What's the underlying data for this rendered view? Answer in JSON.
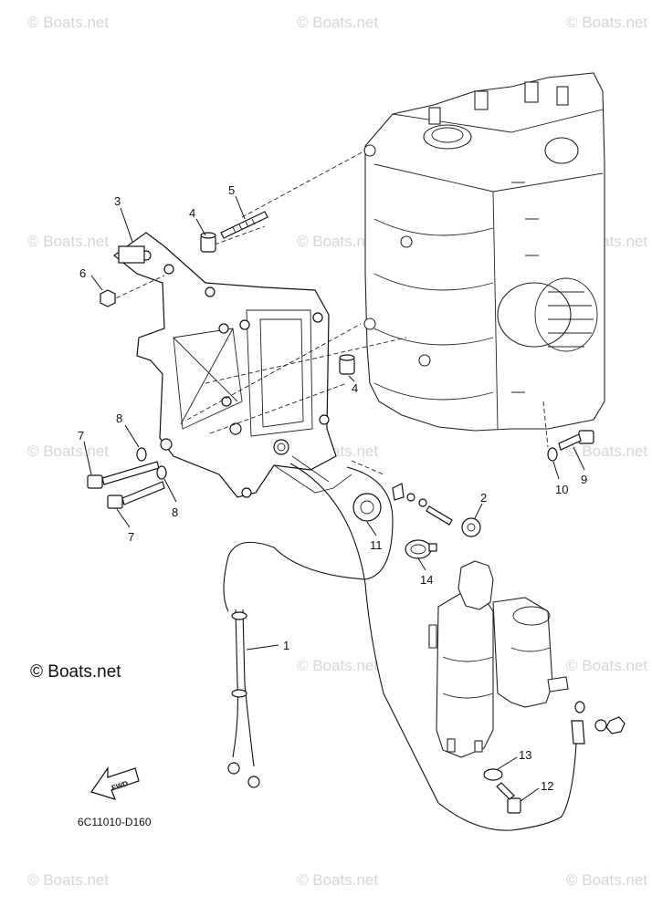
{
  "diagram": {
    "code": "6C11010-D160",
    "watermark_text": "© Boats.net",
    "brand": "© Boats.net",
    "fwd_label": "FWD",
    "callouts": [
      {
        "id": "1",
        "part": "wire-harness"
      },
      {
        "id": "2",
        "part": "grommet"
      },
      {
        "id": "3",
        "part": "bracket"
      },
      {
        "id": "4",
        "part": "collar-upper"
      },
      {
        "id": "4",
        "part": "collar-lower"
      },
      {
        "id": "5",
        "part": "stud-bolt"
      },
      {
        "id": "6",
        "part": "nut"
      },
      {
        "id": "7",
        "part": "bolt-upper"
      },
      {
        "id": "7",
        "part": "bolt-lower"
      },
      {
        "id": "8",
        "part": "washer-upper"
      },
      {
        "id": "8",
        "part": "washer-lower"
      },
      {
        "id": "9",
        "part": "bolt-right"
      },
      {
        "id": "10",
        "part": "washer-right"
      },
      {
        "id": "11",
        "part": "grommet-large"
      },
      {
        "id": "12",
        "part": "starter-bolt"
      },
      {
        "id": "13",
        "part": "starter-washer"
      },
      {
        "id": "14",
        "part": "clamp"
      }
    ]
  }
}
